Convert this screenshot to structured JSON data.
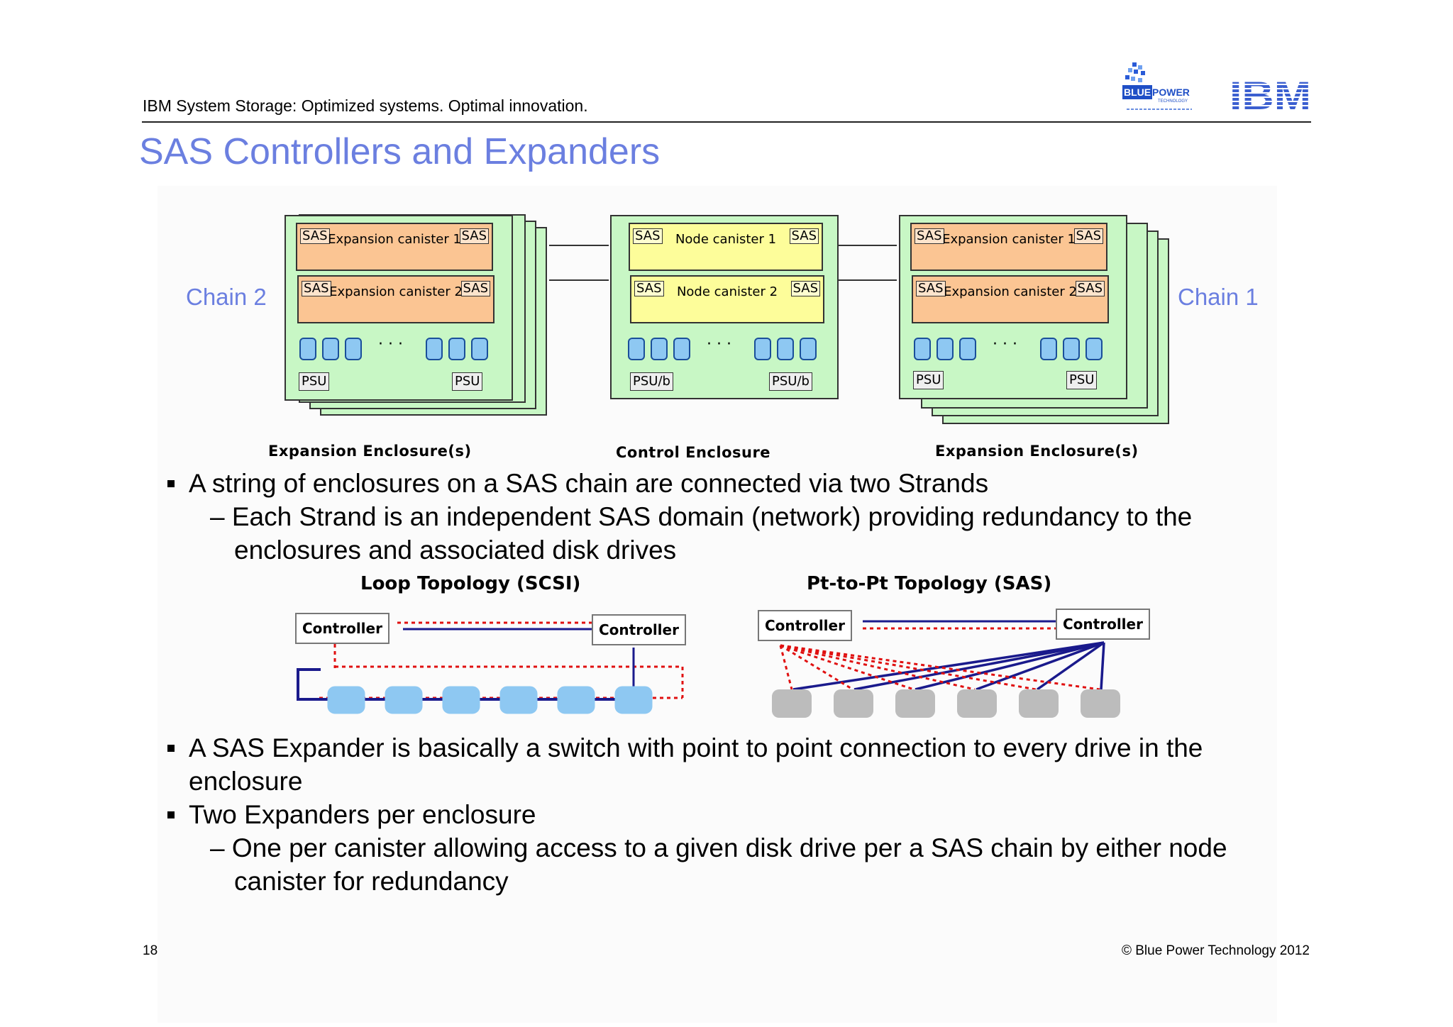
{
  "header": {
    "tagline": "IBM System Storage: Optimized systems. Optimal innovation.",
    "title": "SAS Controllers and Expanders",
    "logo_blue": "BLUE",
    "logo_power": "POWER",
    "logo_technology": "TECHNOLOGY",
    "logo_ibm": "IBM"
  },
  "diagram": {
    "chain_left": "Chain 2",
    "chain_right": "Chain 1",
    "sas_label": "SAS",
    "ellipsis": "· · ·",
    "left_enclosure": {
      "canister1": "Expansion canister 1",
      "canister2": "Expansion canister 2",
      "psu": "PSU",
      "label": "Expansion Enclosure(s)"
    },
    "control_enclosure": {
      "canister1": "Node canister 1",
      "canister2": "Node canister 2",
      "psu": "PSU/b",
      "label": "Control Enclosure"
    },
    "right_enclosure": {
      "canister1": "Expansion canister 1",
      "canister2": "Expansion canister 2",
      "psu": "PSU",
      "label": "Expansion Enclosure(s)"
    }
  },
  "bullets": {
    "b1": "A string of enclosures on a SAS chain are connected via two Strands",
    "b1_sub1": "– Each Strand is an independent SAS domain (network) providing redundancy to the",
    "b1_sub1_cont": "enclosures and associated disk drives",
    "b2": "A SAS Expander is basically a switch with point to point connection to every drive in the",
    "b2_cont": "enclosure",
    "b3": "Two Expanders per enclosure",
    "b3_sub1": "– One per canister allowing access to a given disk drive per a SAS chain by either node",
    "b3_sub1_cont": "canister for redundancy"
  },
  "topology": {
    "loop_title": "Loop Topology (SCSI)",
    "ptp_title": "Pt-to-Pt Topology (SAS)",
    "controller": "Controller"
  },
  "footer": {
    "page_number": "18",
    "copyright": "© Blue Power Technology 2012"
  },
  "colors": {
    "title_blue": "#6b7fe0",
    "enclosure_green": "#c8f7c5",
    "expansion_orange": "#fbc593",
    "node_yellow": "#fdfd9a",
    "drive_blue": "#8ec8f2",
    "drive_gray": "#bcbcbc",
    "link_navy": "#1a1a8c",
    "link_red": "#e01010"
  }
}
